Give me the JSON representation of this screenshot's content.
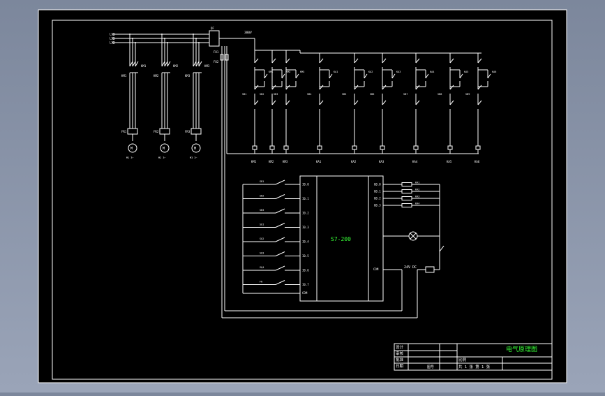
{
  "supply_labels": [
    "L1",
    "L2",
    "L3"
  ],
  "breaker_labels": [
    "QF",
    "FU1",
    "FU2"
  ],
  "motor_branches": [
    {
      "switch": "KM1",
      "relay": "FR1",
      "motor": "M1",
      "desc": "M1 3~"
    },
    {
      "switch": "KM2",
      "relay": "FR2",
      "motor": "M2",
      "desc": "M2 3~"
    },
    {
      "switch": "KM3",
      "relay": "FR3",
      "motor": "M3",
      "desc": "M3 3~"
    }
  ],
  "control_top_label": "380V",
  "coil_labels": [
    "KM1",
    "KM2",
    "KM3",
    "KA1",
    "KA2",
    "KA3",
    "KA4",
    "KA5",
    "KA6"
  ],
  "plc": {
    "model": "S7-200",
    "inputs": [
      "I0.0",
      "I0.1",
      "I0.2",
      "I0.3",
      "I0.4",
      "I0.5",
      "I0.6",
      "I0.7"
    ],
    "input_com": "COM",
    "input_device_labels": [
      "SB1",
      "SB2",
      "SB3",
      "SQ1",
      "SQ2",
      "SQ3",
      "SQ4",
      "FR"
    ],
    "outputs": [
      "Q0.0",
      "Q0.1",
      "Q0.2",
      "Q0.3"
    ],
    "output_com": "COM",
    "output_load_labels": [
      "KA1",
      "KA2",
      "KA3",
      "KA4"
    ],
    "supply_label": "24V DC"
  },
  "title_block": {
    "drawing_title": "电气原理图",
    "row_labels": [
      "设计",
      "审核",
      "批准",
      "日期"
    ],
    "scale_label": "比例",
    "sheet_text": "共 1 张  第 1 张",
    "drawing_no_label": "图号"
  }
}
